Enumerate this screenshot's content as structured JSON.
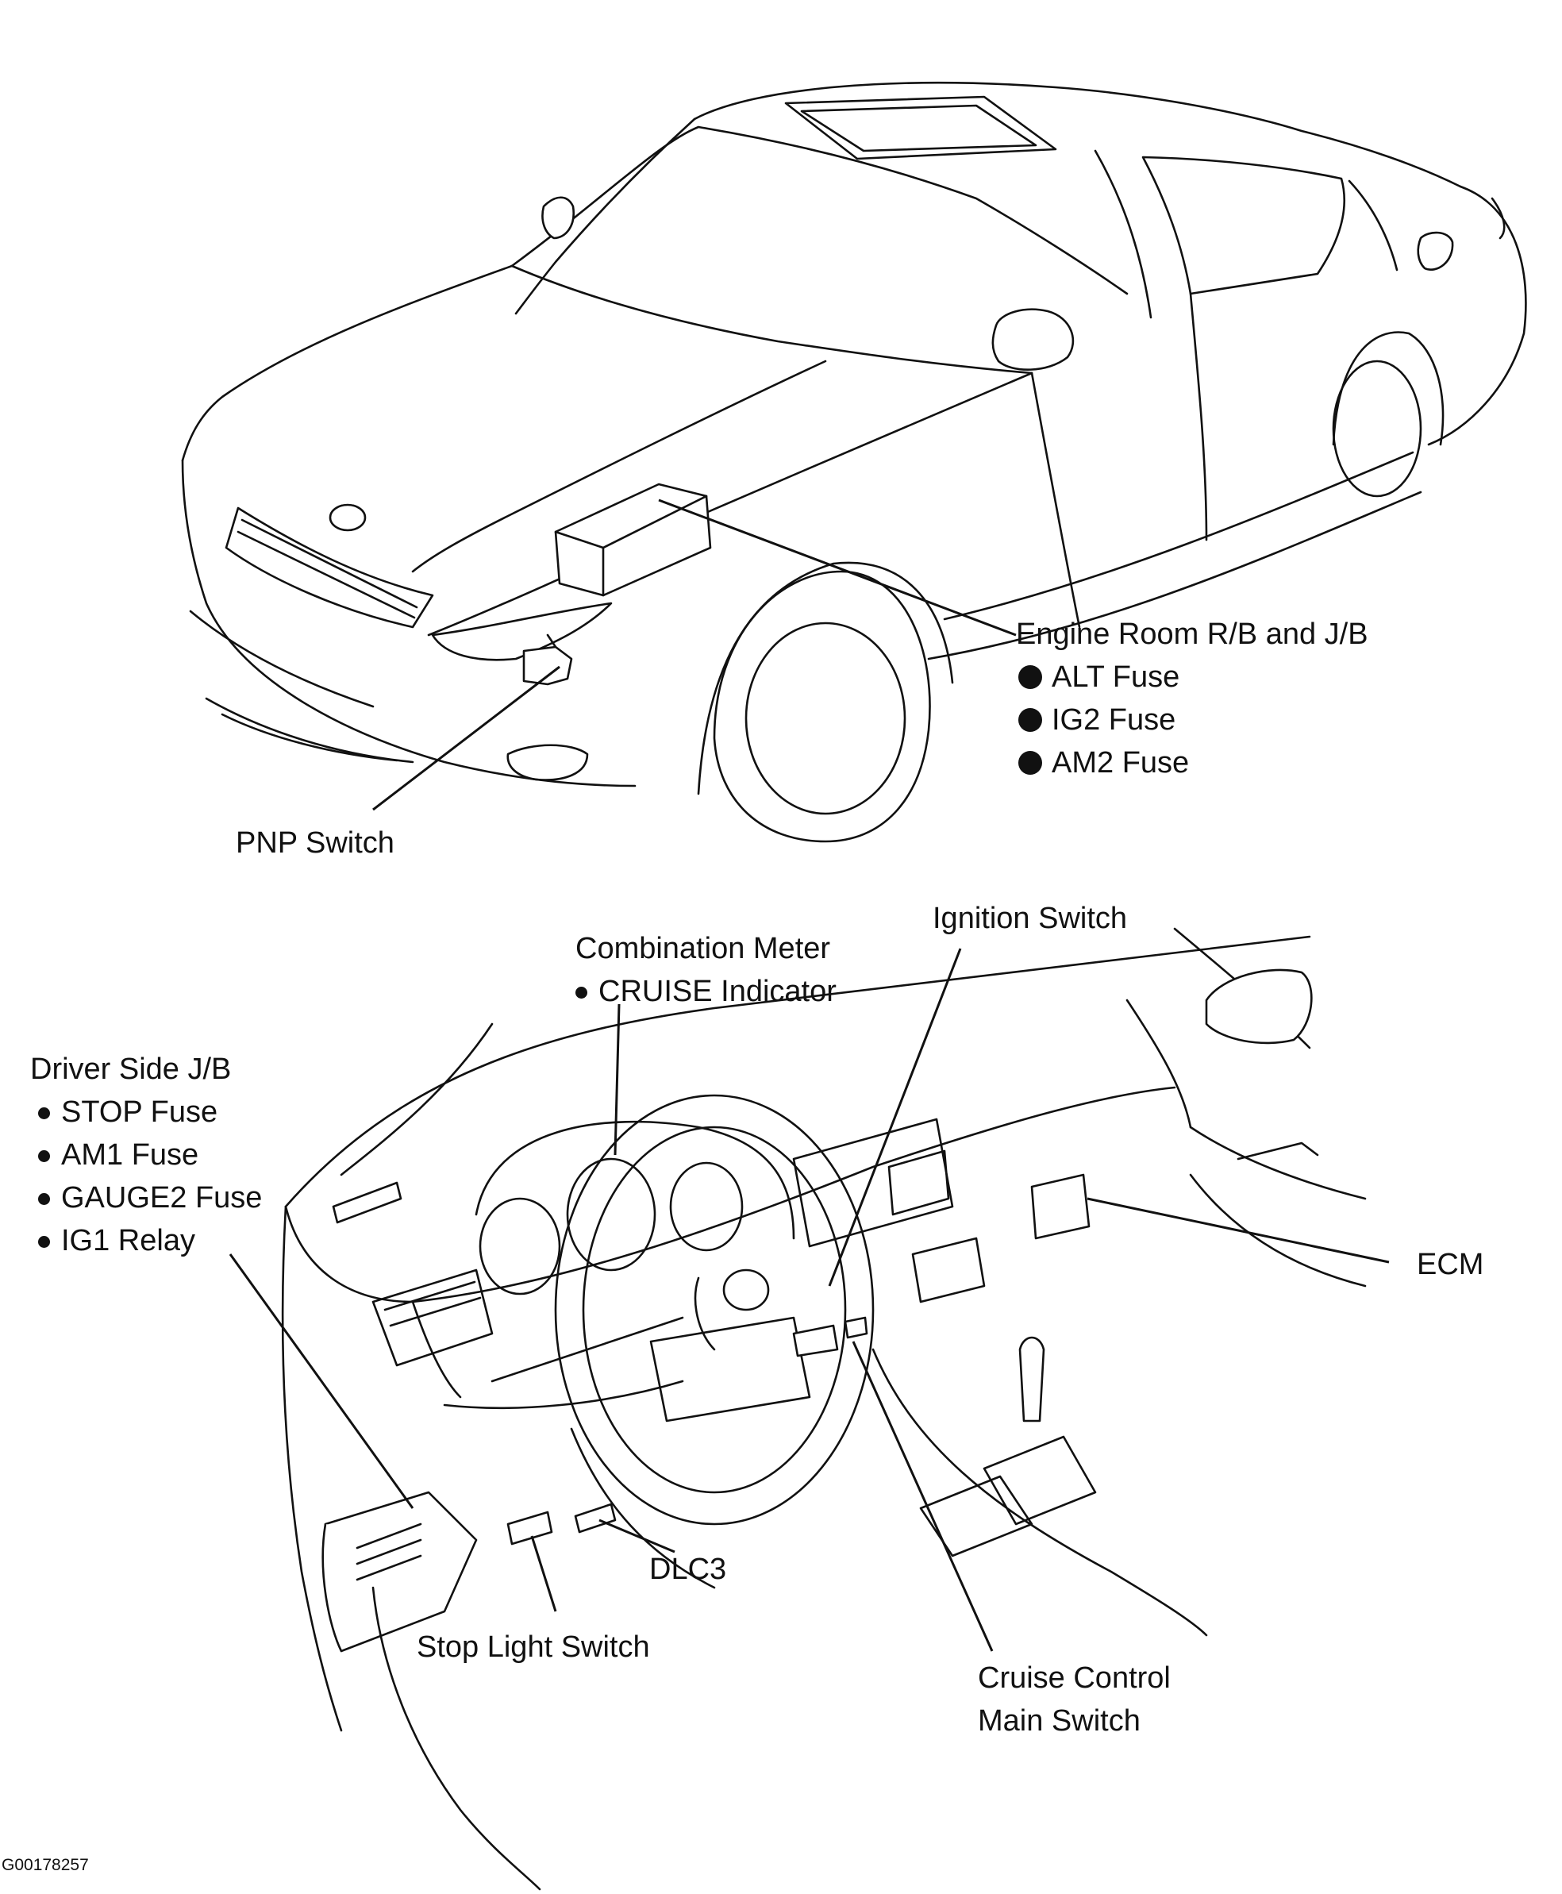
{
  "labels": {
    "engine_room": {
      "title": "Engine Room R/B and J/B",
      "items": [
        "ALT Fuse",
        "IG2 Fuse",
        "AM2 Fuse"
      ]
    },
    "pnp_switch": "PNP Switch",
    "combination_meter": {
      "title": "Combination Meter",
      "items": [
        "CRUISE Indicator"
      ]
    },
    "ignition_switch": "Ignition Switch",
    "driver_side_jb": {
      "title": "Driver Side J/B",
      "items": [
        "STOP Fuse",
        "AM1 Fuse",
        "GAUGE2 Fuse",
        "IG1 Relay"
      ]
    },
    "ecm": "ECM",
    "dlc3": "DLC3",
    "stop_light_switch": "Stop Light Switch",
    "cruise_control_main_switch": [
      "Cruise Control",
      "Main Switch"
    ]
  },
  "figure_code": "G00178257"
}
